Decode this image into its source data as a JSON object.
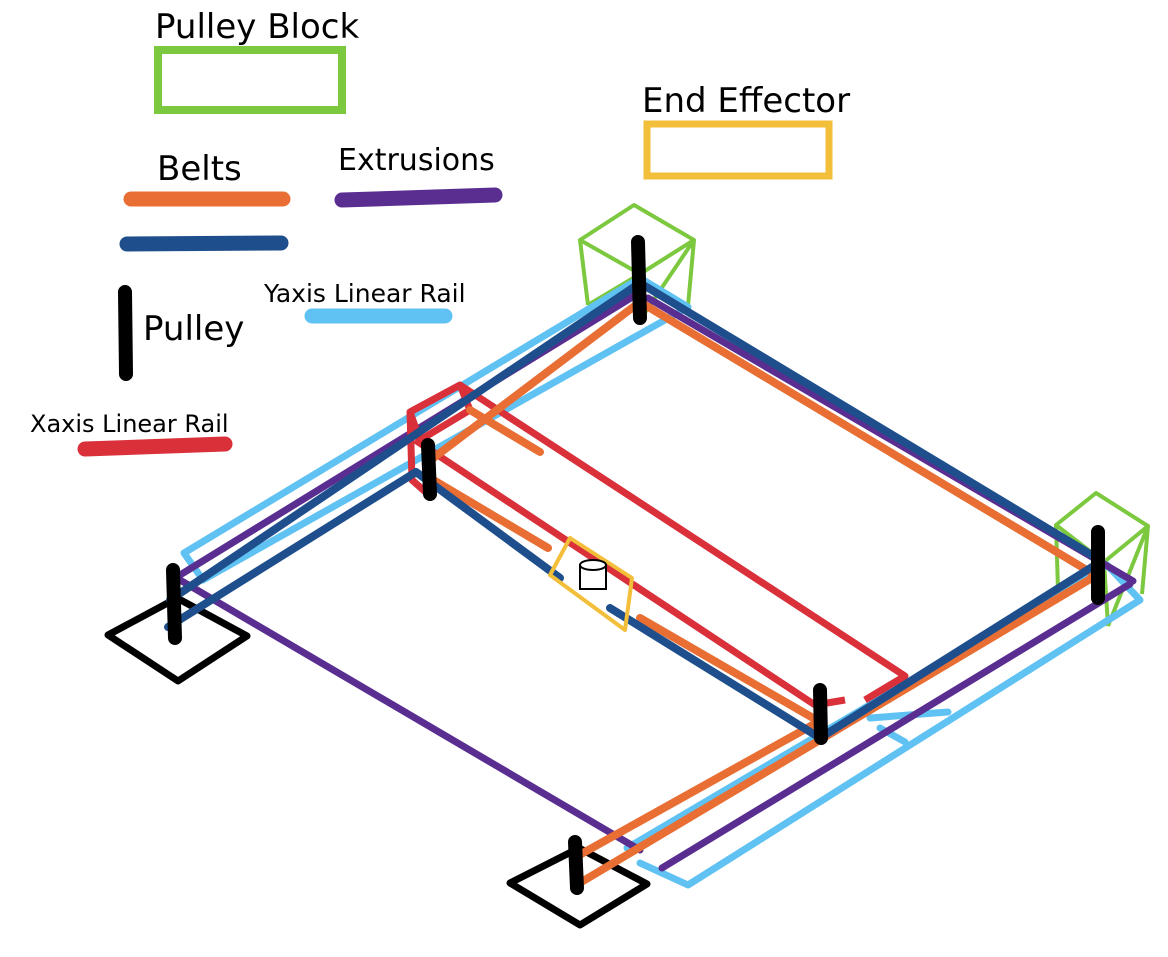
{
  "legend": {
    "pulley_block": "Pulley Block",
    "end_effector": "End Effector",
    "belts": "Belts",
    "extrusions": "Extrusions",
    "pulley": "Pulley",
    "y_axis_linear_rail": "Yaxis Linear Rail",
    "x_axis_linear_rail": "Xaxis Linear Rail"
  },
  "colors": {
    "pulley_block": "#7cc83e",
    "end_effector": "#f3bf3b",
    "belt_orange": "#e86e33",
    "belt_blue": "#1e4f8c",
    "extrusion": "#5a2e91",
    "pulley": "#000000",
    "y_rail": "#5fc2f2",
    "x_rail": "#d9303a"
  }
}
